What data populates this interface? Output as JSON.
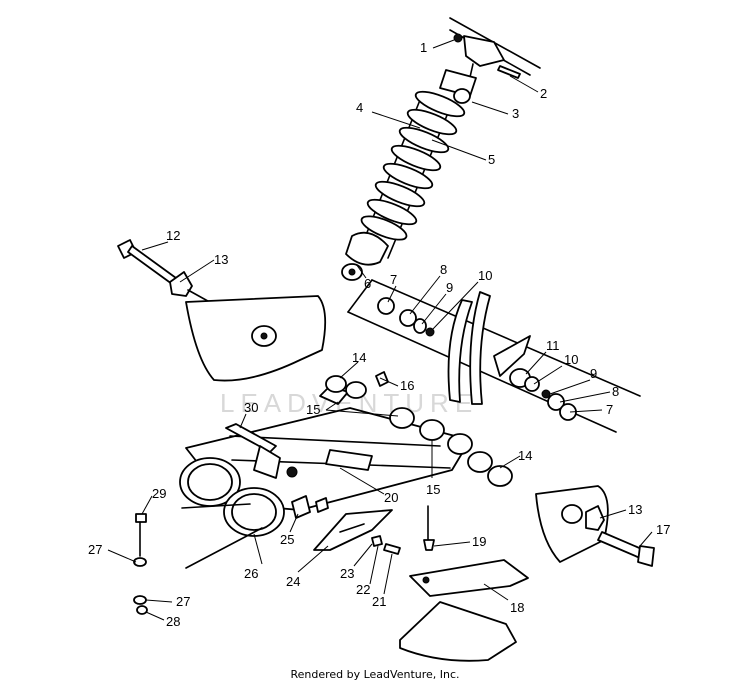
{
  "diagram": {
    "callouts": [
      {
        "id": "c1",
        "label": "1"
      },
      {
        "id": "c2",
        "label": "2"
      },
      {
        "id": "c3",
        "label": "3"
      },
      {
        "id": "c4",
        "label": "4"
      },
      {
        "id": "c5",
        "label": "5"
      },
      {
        "id": "c6",
        "label": "6"
      },
      {
        "id": "c7a",
        "label": "7"
      },
      {
        "id": "c8a",
        "label": "8"
      },
      {
        "id": "c9a",
        "label": "9"
      },
      {
        "id": "c10a",
        "label": "10"
      },
      {
        "id": "c11",
        "label": "11"
      },
      {
        "id": "c10b",
        "label": "10"
      },
      {
        "id": "c9b",
        "label": "9"
      },
      {
        "id": "c8b",
        "label": "8"
      },
      {
        "id": "c7b",
        "label": "7"
      },
      {
        "id": "c12",
        "label": "12"
      },
      {
        "id": "c13a",
        "label": "13"
      },
      {
        "id": "c14a",
        "label": "14"
      },
      {
        "id": "c16",
        "label": "16"
      },
      {
        "id": "c15a",
        "label": "15"
      },
      {
        "id": "c30",
        "label": "30"
      },
      {
        "id": "c14b",
        "label": "14"
      },
      {
        "id": "c15b",
        "label": "15"
      },
      {
        "id": "c20",
        "label": "20"
      },
      {
        "id": "c29",
        "label": "29"
      },
      {
        "id": "c13b",
        "label": "13"
      },
      {
        "id": "c17",
        "label": "17"
      },
      {
        "id": "c25",
        "label": "25"
      },
      {
        "id": "c19",
        "label": "19"
      },
      {
        "id": "c27a",
        "label": "27"
      },
      {
        "id": "c26",
        "label": "26"
      },
      {
        "id": "c24",
        "label": "24"
      },
      {
        "id": "c23",
        "label": "23"
      },
      {
        "id": "c22",
        "label": "22"
      },
      {
        "id": "c21",
        "label": "21"
      },
      {
        "id": "c18",
        "label": "18"
      },
      {
        "id": "c27b",
        "label": "27"
      },
      {
        "id": "c28",
        "label": "28"
      }
    ]
  },
  "footer": {
    "text": "Rendered by LeadVenture, Inc."
  },
  "watermark": {
    "text": "LEADVENTURE"
  }
}
